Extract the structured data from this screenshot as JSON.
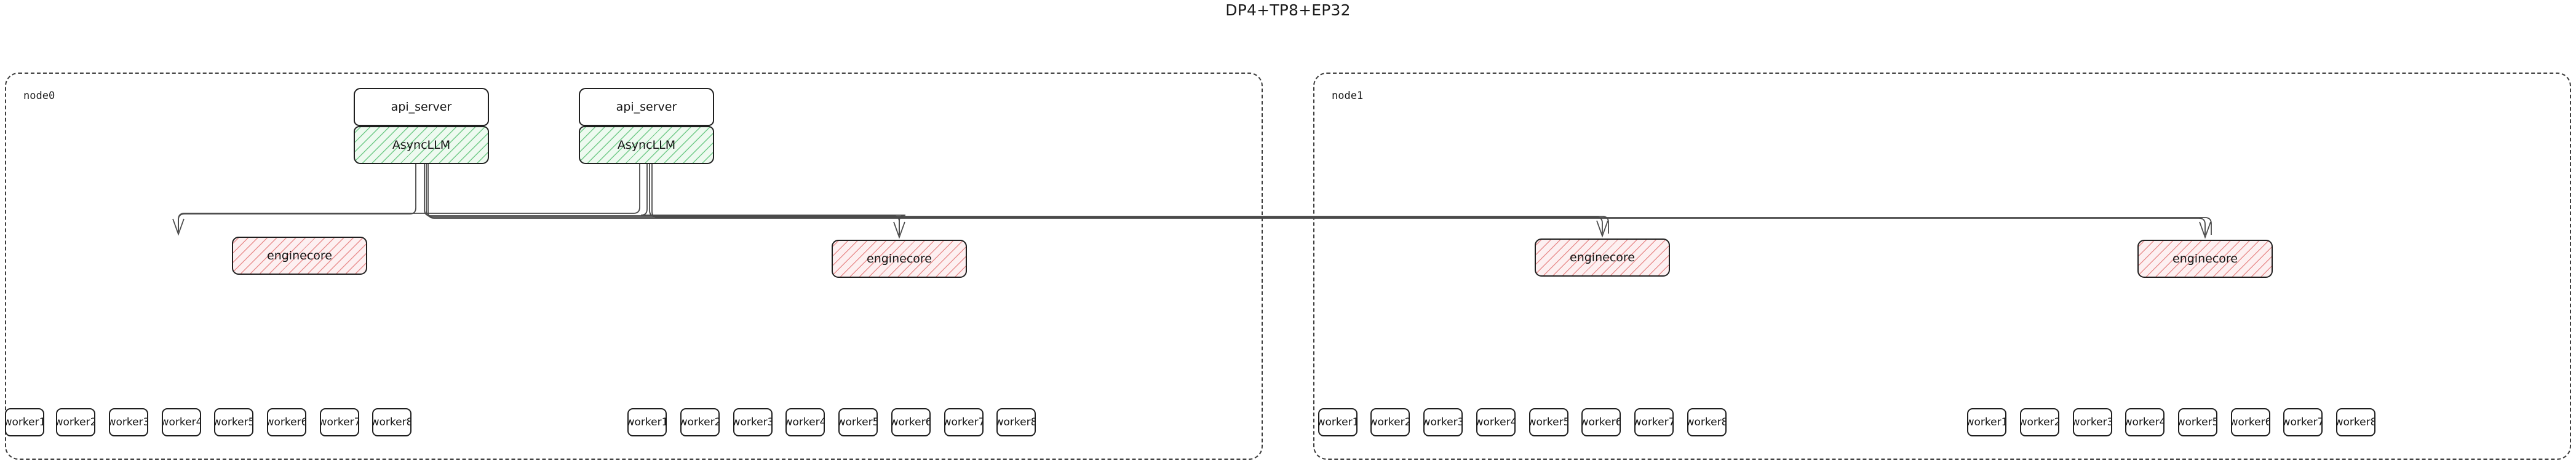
{
  "title": "DP4+TP8+EP32",
  "diagram": {
    "type": "graph",
    "orientation": "top-down",
    "clusters": [
      {
        "id": "node0",
        "label": "node0",
        "api_servers": [
          {
            "id": "api0",
            "api_label": "api_server",
            "engine_label": "AsyncLLM"
          },
          {
            "id": "api1",
            "api_label": "api_server",
            "engine_label": "AsyncLLM"
          }
        ],
        "enginecores": [
          {
            "id": "ec0",
            "label": "enginecore",
            "workers": [
              "worker1",
              "worker2",
              "worker3",
              "worker4",
              "worker5",
              "worker6",
              "worker7",
              "worker8"
            ]
          },
          {
            "id": "ec1",
            "label": "enginecore",
            "workers": [
              "worker1",
              "worker2",
              "worker3",
              "worker4",
              "worker5",
              "worker6",
              "worker7",
              "worker8"
            ]
          }
        ]
      },
      {
        "id": "node1",
        "label": "node1",
        "api_servers": [],
        "enginecores": [
          {
            "id": "ec2",
            "label": "enginecore",
            "workers": [
              "worker1",
              "worker2",
              "worker3",
              "worker4",
              "worker5",
              "worker6",
              "worker7",
              "worker8"
            ]
          },
          {
            "id": "ec3",
            "label": "enginecore",
            "workers": [
              "worker1",
              "worker2",
              "worker3",
              "worker4",
              "worker5",
              "worker6",
              "worker7",
              "worker8"
            ]
          }
        ]
      }
    ],
    "edges": [
      {
        "from": "AsyncLLM[node0.0]",
        "to": "enginecore[node0.0]"
      },
      {
        "from": "AsyncLLM[node0.0]",
        "to": "enginecore[node0.1]"
      },
      {
        "from": "AsyncLLM[node0.0]",
        "to": "enginecore[node1.0]"
      },
      {
        "from": "AsyncLLM[node0.0]",
        "to": "enginecore[node1.1]"
      },
      {
        "from": "AsyncLLM[node0.1]",
        "to": "enginecore[node0.0]"
      },
      {
        "from": "AsyncLLM[node0.1]",
        "to": "enginecore[node0.1]"
      },
      {
        "from": "AsyncLLM[node0.1]",
        "to": "enginecore[node1.0]"
      },
      {
        "from": "AsyncLLM[node0.1]",
        "to": "enginecore[node1.1]"
      }
    ],
    "colors": {
      "async_fill": "#eefaf0",
      "async_hatch": "#6ac782",
      "engine_fill": "#fdf0f1",
      "engine_hatch": "#e88c8c",
      "box_stroke": "#1f1f1f",
      "cluster_stroke": "#3b3b3b",
      "edge_stroke": "#4a4a4a",
      "text": "#131313",
      "background": "#ffffff"
    }
  }
}
